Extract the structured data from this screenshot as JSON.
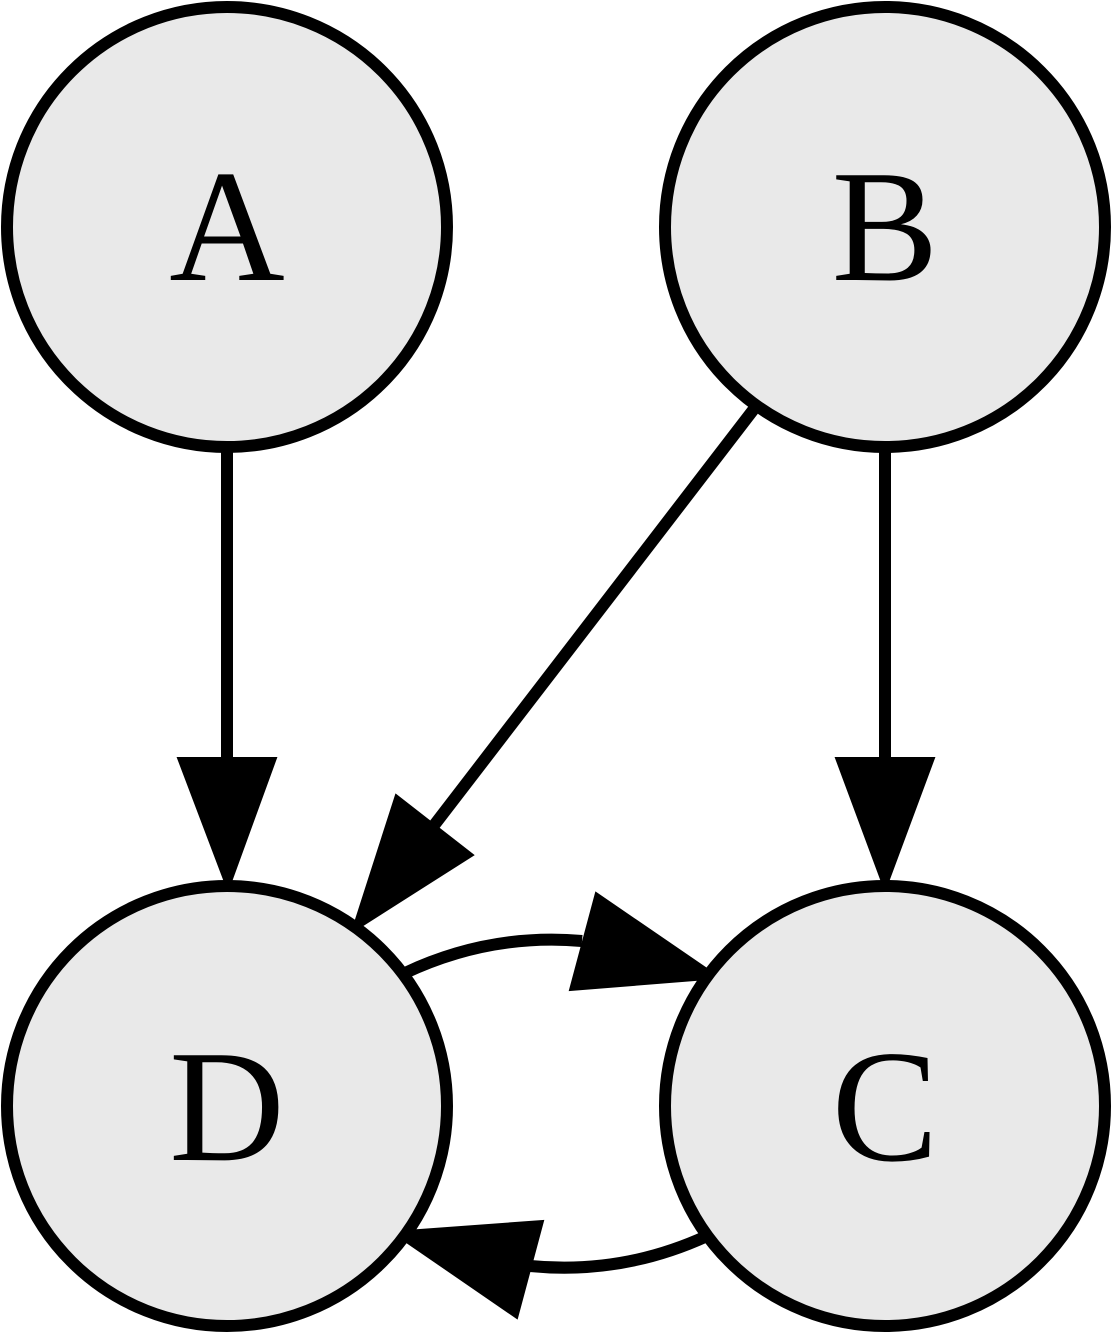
{
  "diagram": {
    "type": "directed-graph",
    "colors": {
      "node_fill": "#e9e9e9",
      "stroke": "#000000",
      "background": "#ffffff"
    },
    "nodes": [
      {
        "id": "A",
        "label": "A"
      },
      {
        "id": "B",
        "label": "B"
      },
      {
        "id": "C",
        "label": "C"
      },
      {
        "id": "D",
        "label": "D"
      }
    ],
    "edges": [
      {
        "from": "A",
        "to": "D"
      },
      {
        "from": "B",
        "to": "D"
      },
      {
        "from": "B",
        "to": "C"
      },
      {
        "from": "D",
        "to": "C"
      },
      {
        "from": "C",
        "to": "D"
      }
    ]
  }
}
